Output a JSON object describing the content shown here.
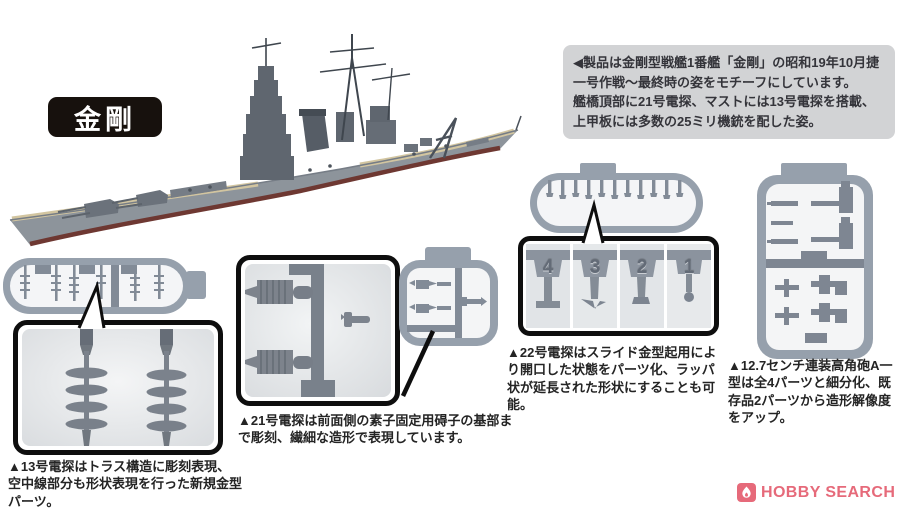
{
  "badge": {
    "label": "金剛"
  },
  "intro": {
    "line1": "◀製品は金剛型戦艦1番艦「金剛」の昭和19年10月捷一号作戦～最終時の姿をモチーフにしています。",
    "line2": "艦橋頂部に21号電探、マストには13号電探を搭載、上甲板には多数の25ミリ機銃を配した姿。"
  },
  "captions": {
    "radar13": "▲13号電探はトラス構造に彫刻表現、空中線部分も形状表現を行った新規金型パーツ。",
    "radar21": "▲21号電探は前面側の素子固定用碍子の基部まで彫刻、繊細な造形で表現しています。",
    "radar22": "▲22号電探はスライド金型起用により開口した状態をパーツ化、ラッパ状が延長された形状にすることも可能。",
    "gun127": "▲12.7センチ連装高角砲A一型は全4パーツと細分化、既存品2パーツから造形解像度をアップ。"
  },
  "sprue22": {
    "numbers": [
      "4",
      "3",
      "2",
      "1"
    ]
  },
  "logo": {
    "brand": "HOBBY SEARCH",
    "icon": "flame-icon"
  },
  "colors": {
    "badge_bg": "#17110d",
    "info_box_bg": "#d2d3d5",
    "sprue_gray": "#96a0ac",
    "part_gray": "#7d848e",
    "hull_gray": "#8d949b",
    "deck_tan": "#d2c5a0",
    "waterline_red": "#6e3832",
    "logo_pink": "#e66a7a",
    "callout_black": "#0e0e0e"
  }
}
